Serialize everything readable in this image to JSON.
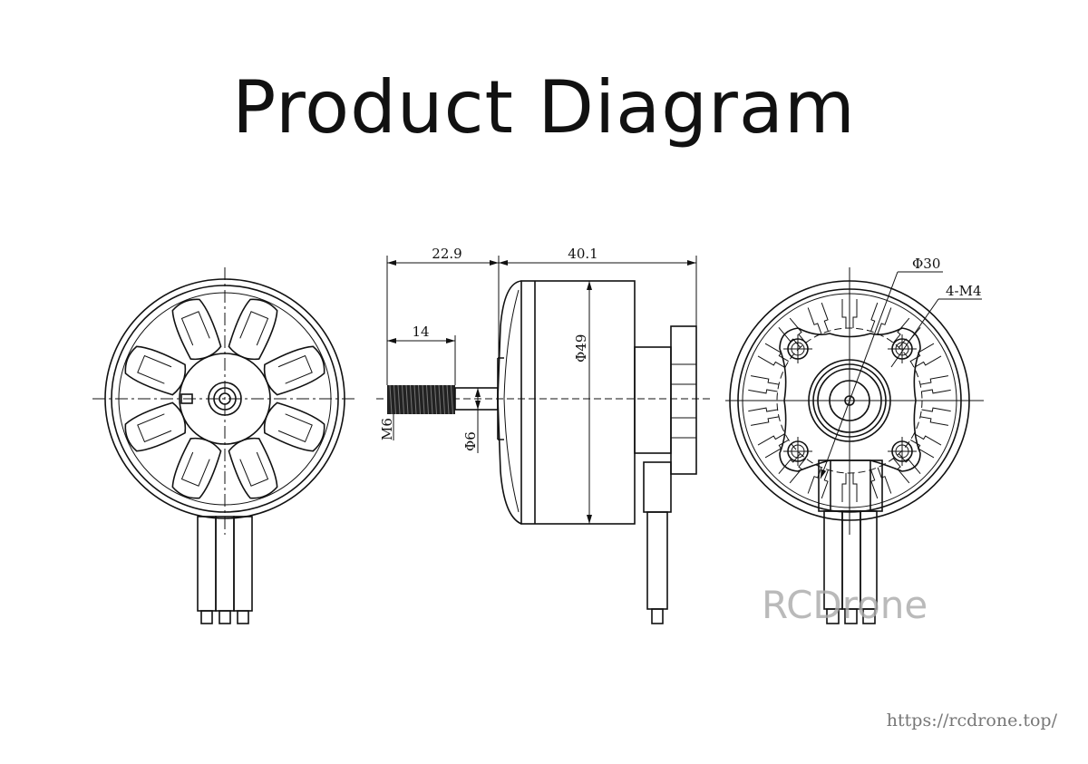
{
  "title": "Product Diagram",
  "dimensions": {
    "shaft_extension": "22.9",
    "body_length": "40.1",
    "thread_length": "14",
    "thread_size": "M6",
    "shaft_diameter": "Φ6",
    "body_diameter": "Φ49",
    "mount_circle": "Φ30",
    "mount_holes": "4-M4"
  },
  "watermark": "RCDrone",
  "url": "https://rcdrone.top/"
}
